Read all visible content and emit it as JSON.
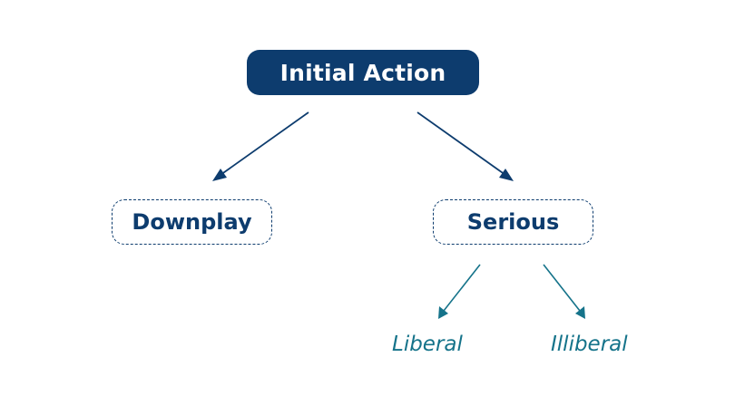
{
  "colors": {
    "primary": "#0d3c6e",
    "accent": "#15738a"
  },
  "nodes": {
    "root": {
      "label": "Initial Action"
    },
    "left": {
      "label": "Downplay"
    },
    "right": {
      "label": "Serious"
    }
  },
  "leaves": {
    "left": {
      "label": "Liberal"
    },
    "right": {
      "label": "Illiberal"
    }
  }
}
